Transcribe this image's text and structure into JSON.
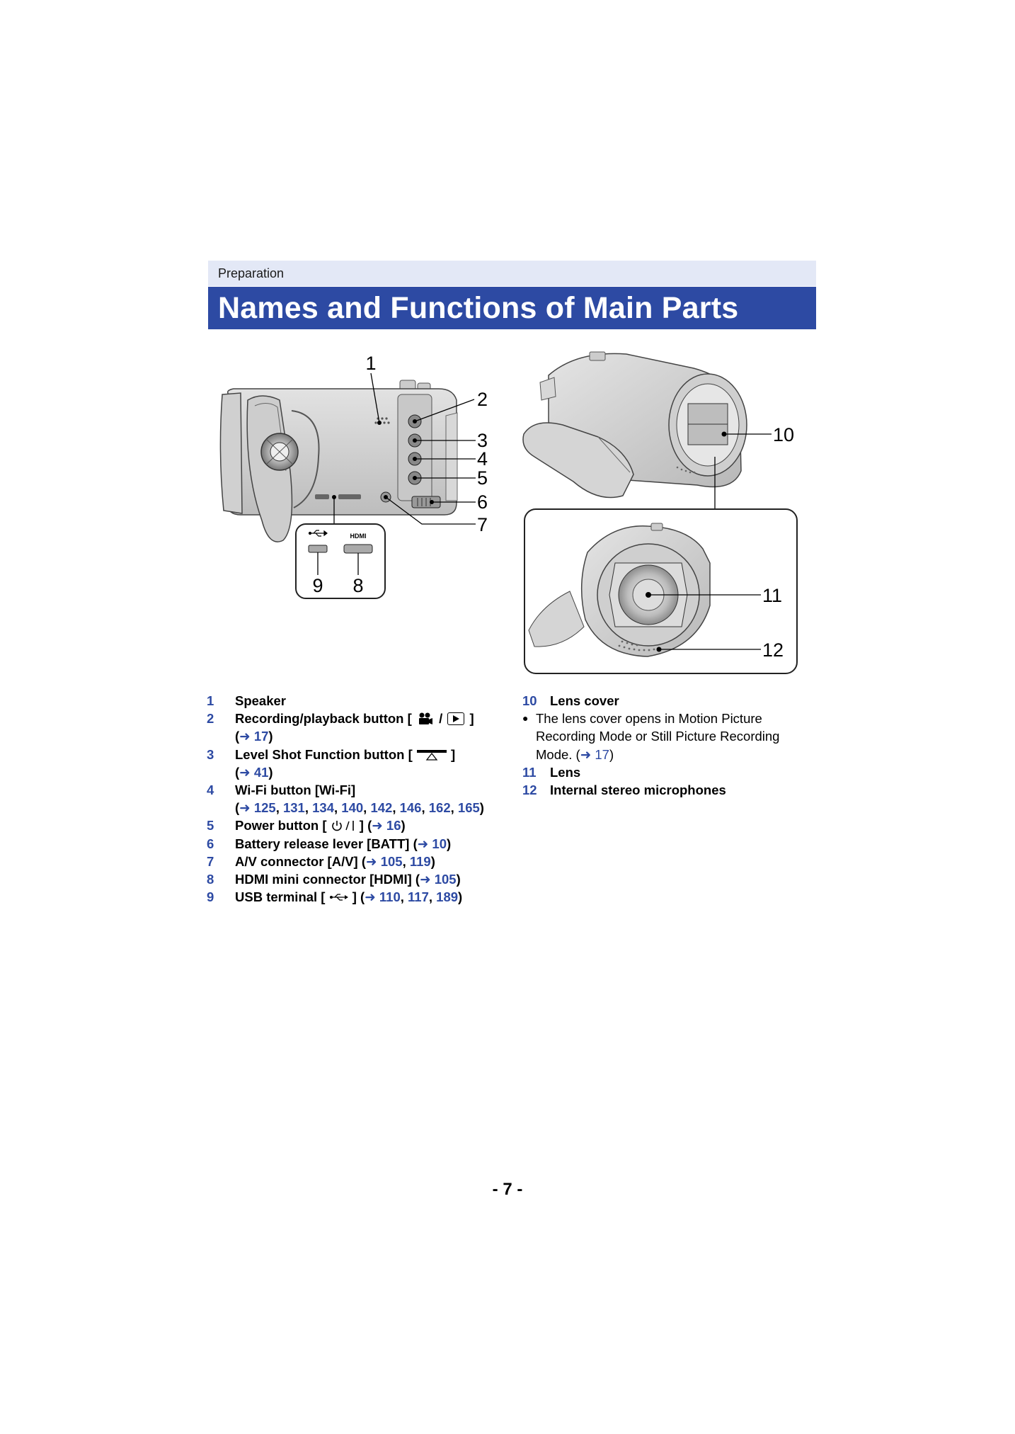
{
  "header": {
    "section": "Preparation",
    "title": "Names and Functions of Main Parts"
  },
  "figure_left": {
    "callouts": [
      "1",
      "2",
      "3",
      "4",
      "5",
      "6",
      "7",
      "8",
      "9"
    ],
    "usb_symbol": "USB",
    "hdmi_text": "HDMI"
  },
  "figure_right": {
    "callouts": [
      "10",
      "11",
      "12"
    ]
  },
  "parts_left": [
    {
      "num": "1",
      "label": "Speaker"
    },
    {
      "num": "2",
      "label_pre": "Recording/playback button [",
      "label_sep": "/",
      "label_post": "]",
      "icons": [
        "movie-camera-icon",
        "play-icon"
      ],
      "refs": [
        "17"
      ]
    },
    {
      "num": "3",
      "label_pre": "Level Shot Function button [",
      "label_post": "]",
      "icons": [
        "level-shot-icon"
      ],
      "refs": [
        "41"
      ]
    },
    {
      "num": "4",
      "label": "Wi-Fi button [Wi-Fi]",
      "refs": [
        "125",
        "131",
        "134",
        "140",
        "142",
        "146",
        "162",
        "165"
      ]
    },
    {
      "num": "5",
      "label_pre": "Power button [",
      "label_post": "]",
      "icons": [
        "power-icon"
      ],
      "refs": [
        "16"
      ]
    },
    {
      "num": "6",
      "label": "Battery release lever [BATT]",
      "refs": [
        "10"
      ]
    },
    {
      "num": "7",
      "label": "A/V connector [A/V]",
      "refs": [
        "105",
        "119"
      ]
    },
    {
      "num": "8",
      "label": "HDMI mini connector [HDMI]",
      "refs": [
        "105"
      ]
    },
    {
      "num": "9",
      "label_pre": "USB terminal [",
      "label_post": "]",
      "icons": [
        "usb-icon"
      ],
      "refs": [
        "110",
        "117",
        "189"
      ]
    }
  ],
  "parts_right": [
    {
      "num": "10",
      "label": "Lens cover"
    },
    {
      "bullet": "The lens cover opens in Motion Picture Recording Mode or Still Picture Recording Mode.",
      "refs": [
        "17"
      ]
    },
    {
      "num": "11",
      "label": "Lens"
    },
    {
      "num": "12",
      "label": "Internal stereo microphones"
    }
  ],
  "arrow_glyph": "➜",
  "page_number": "- 7 -",
  "colors": {
    "accent": "#2d4aa3",
    "section_bg": "#e3e8f6"
  }
}
